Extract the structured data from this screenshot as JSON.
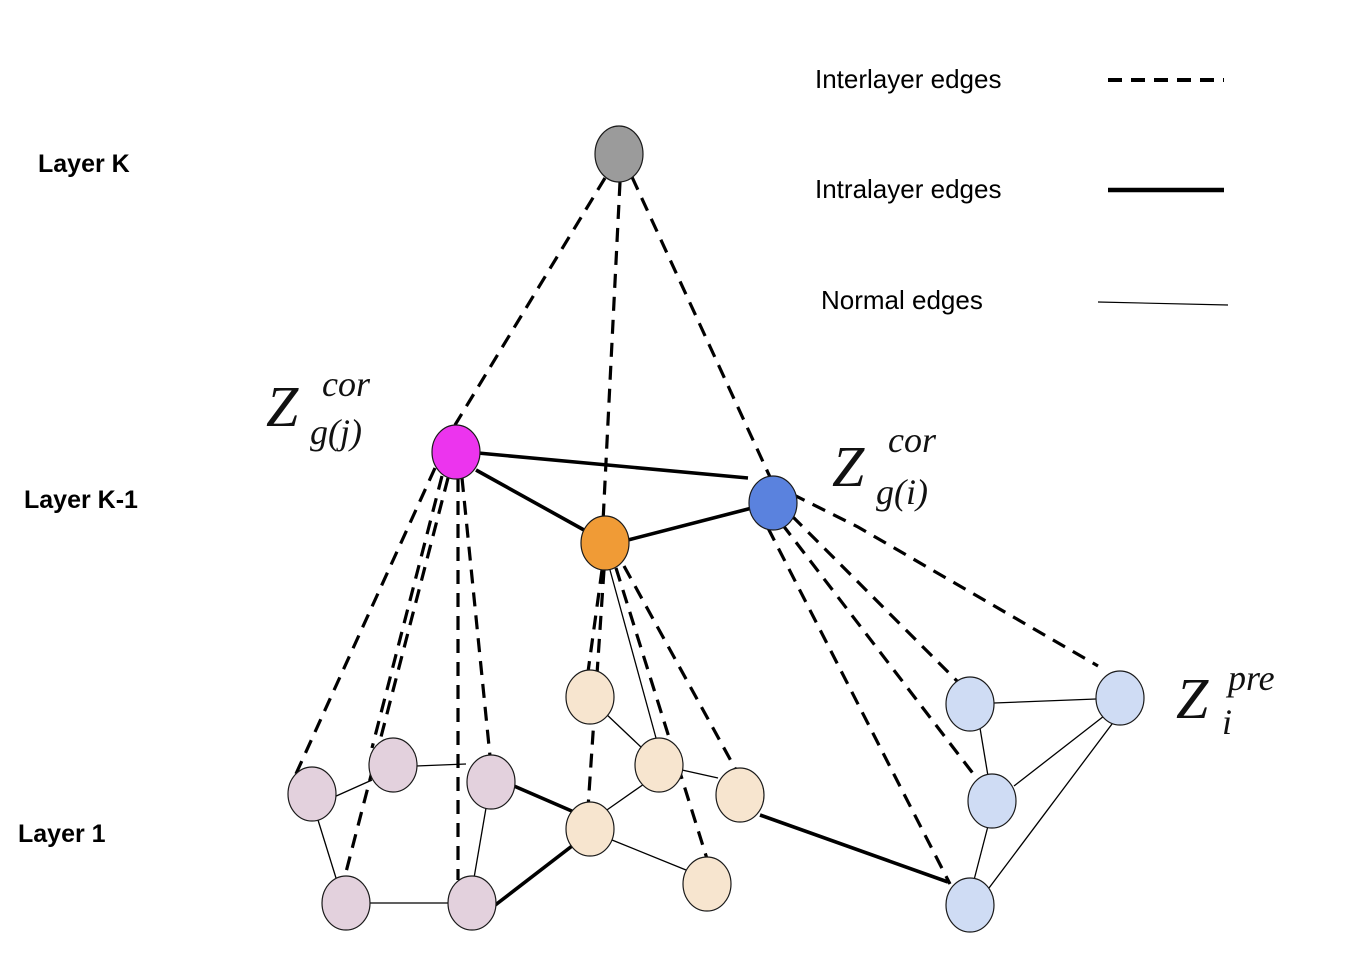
{
  "layers": {
    "k": "Layer K",
    "k_minus_1": "Layer K-1",
    "one": "Layer 1"
  },
  "legend": {
    "interlayer": "Interlayer edges",
    "intralayer": "Intralayer edges",
    "normal": "Normal edges"
  },
  "math": {
    "zj": {
      "main": "Z",
      "sup": "cor",
      "sub": "g(j)"
    },
    "zi": {
      "main": "Z",
      "sup": "cor",
      "sub": "g(i)"
    },
    "zpre": {
      "main": "Z",
      "sup": "pre",
      "sub": "i"
    }
  },
  "colors": {
    "top_node": "#9b9b9b",
    "magenta_node": "#ec34ee",
    "orange_node": "#f09b36",
    "blue_node": "#5a82de",
    "cluster_purple": "#e3d1dd",
    "cluster_orange": "#f7e5cf",
    "cluster_blue": "#cfdcf4"
  }
}
